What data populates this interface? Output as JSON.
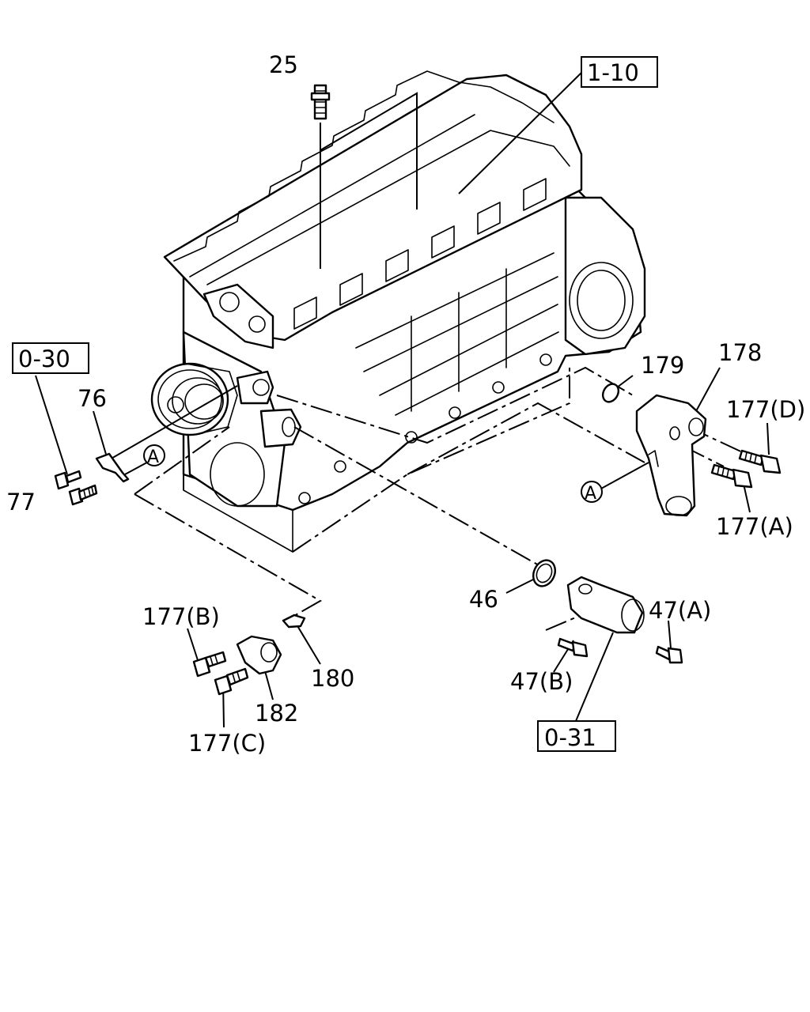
{
  "callouts": {
    "c25": "25",
    "c1_10": "1-10",
    "c0_30": "0-30",
    "c76": "76",
    "c77": "77",
    "cA_left": "A",
    "c179": "179",
    "c178": "178",
    "c177D": "177(D)",
    "cA_right": "A",
    "c177A": "177(A)",
    "c46": "46",
    "c47A": "47(A)",
    "c177B": "177(B)",
    "c180": "180",
    "c182": "182",
    "c47B": "47(B)",
    "c177C": "177(C)",
    "c0_31": "0-31"
  }
}
